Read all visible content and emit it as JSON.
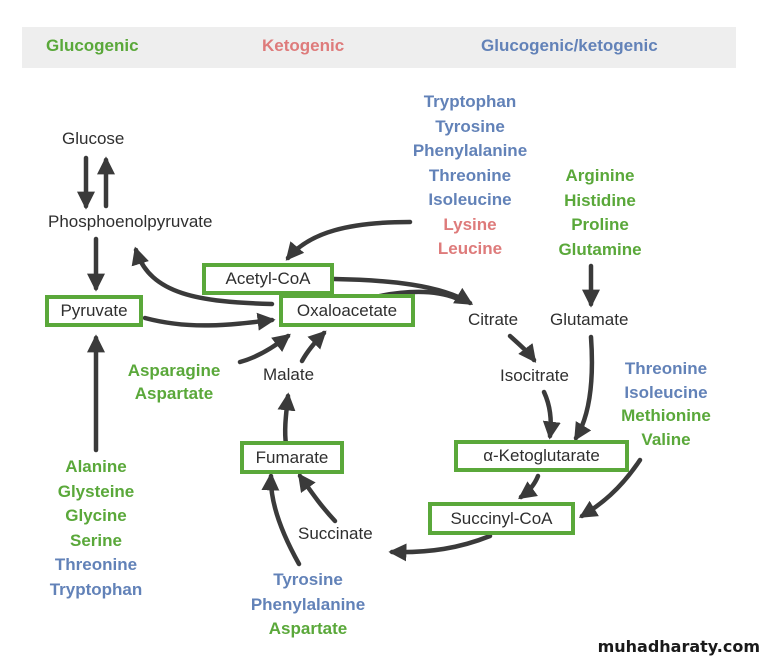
{
  "legend": {
    "glucogenic": {
      "label": "Glucogenic",
      "color": "#5aa83a"
    },
    "ketogenic": {
      "label": "Ketogenic",
      "color": "#de7b7b"
    },
    "both": {
      "label": "Glucogenic/ketogenic",
      "color": "#6282b8"
    }
  },
  "metabolites": {
    "glucose": "Glucose",
    "pep": "Phosphoenolpyruvate",
    "pyruvate": "Pyruvate",
    "acetyl_coa": "Acetyl-CoA",
    "oxaloacetate": "Oxaloacetate",
    "citrate": "Citrate",
    "glutamate": "Glutamate",
    "isocitrate": "Isocitrate",
    "alpha_kg": "α-Ketoglutarate",
    "succinyl_coa": "Succinyl-CoA",
    "succinate": "Succinate",
    "fumarate": "Fumarate",
    "malate": "Malate"
  },
  "amino_acid_groups": {
    "to_acetyl_coa": [
      {
        "name": "Tryptophan",
        "type": "gk"
      },
      {
        "name": "Tyrosine",
        "type": "gk"
      },
      {
        "name": "Phenylalanine",
        "type": "gk"
      },
      {
        "name": "Threonine",
        "type": "gk"
      },
      {
        "name": "Isoleucine",
        "type": "gk"
      },
      {
        "name": "Lysine",
        "type": "k"
      },
      {
        "name": "Leucine",
        "type": "k"
      }
    ],
    "to_glutamate": [
      {
        "name": "Arginine",
        "type": "g"
      },
      {
        "name": "Histidine",
        "type": "g"
      },
      {
        "name": "Proline",
        "type": "g"
      },
      {
        "name": "Glutamine",
        "type": "g"
      }
    ],
    "to_succinyl_coa": [
      {
        "name": "Threonine",
        "type": "gk"
      },
      {
        "name": "Isoleucine",
        "type": "gk"
      },
      {
        "name": "Methionine",
        "type": "g"
      },
      {
        "name": "Valine",
        "type": "g"
      }
    ],
    "to_oxaloacetate": [
      {
        "name": "Asparagine",
        "type": "g"
      },
      {
        "name": "Aspartate",
        "type": "g"
      }
    ],
    "to_pyruvate": [
      {
        "name": "Alanine",
        "type": "g"
      },
      {
        "name": "Glysteine",
        "type": "g"
      },
      {
        "name": "Glycine",
        "type": "g"
      },
      {
        "name": "Serine",
        "type": "g"
      },
      {
        "name": "Threonine",
        "type": "gk"
      },
      {
        "name": "Tryptophan",
        "type": "gk"
      }
    ],
    "to_fumarate": [
      {
        "name": "Tyrosine",
        "type": "gk"
      },
      {
        "name": "Phenylalanine",
        "type": "gk"
      },
      {
        "name": "Aspartate",
        "type": "g"
      }
    ]
  },
  "watermark": "muhadharaty.com"
}
